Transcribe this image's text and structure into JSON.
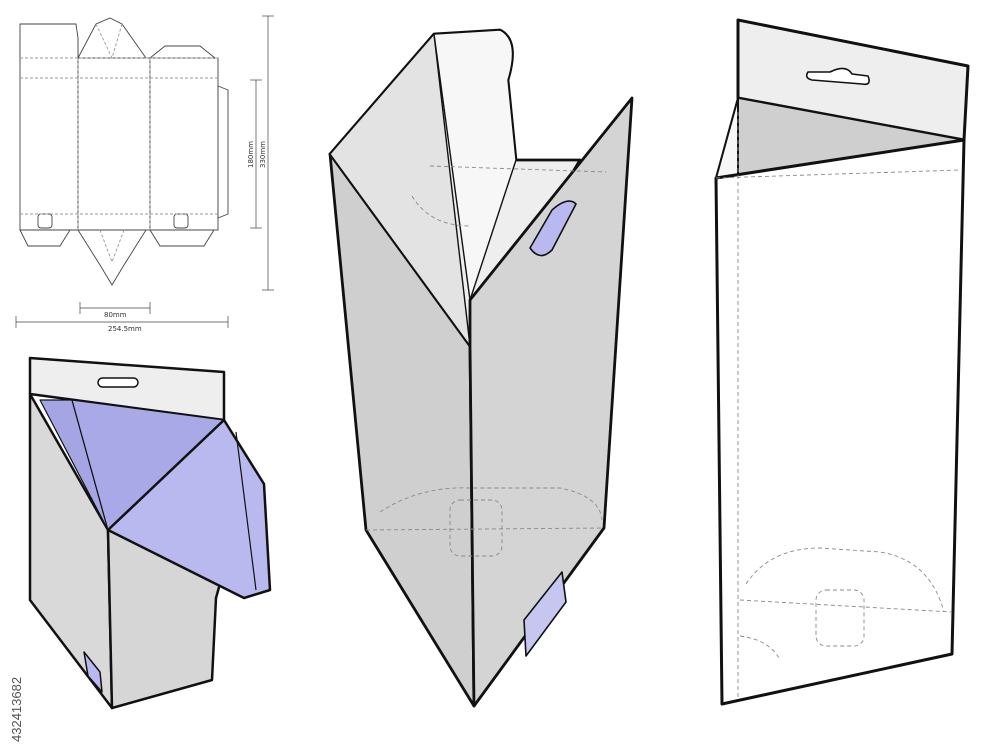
{
  "dielines": {
    "width_label": "254.5mm",
    "base_label": "80mm",
    "height_label": "180mm",
    "total_height_label": "330mm"
  },
  "stock_id": "432413682",
  "colors": {
    "outline": "#111111",
    "panel_grey": "#d9d9d9",
    "panel_light": "#eeeeee",
    "panel_mid": "#c9c9c9",
    "inner_lavender": "#b9b9ef",
    "inner_violet": "#a5a5e3",
    "fold_line": "#8a8a8a"
  },
  "views": [
    "flat-dieline",
    "box-assembled-open-lid",
    "box-open-view",
    "box-closed-transparent"
  ]
}
